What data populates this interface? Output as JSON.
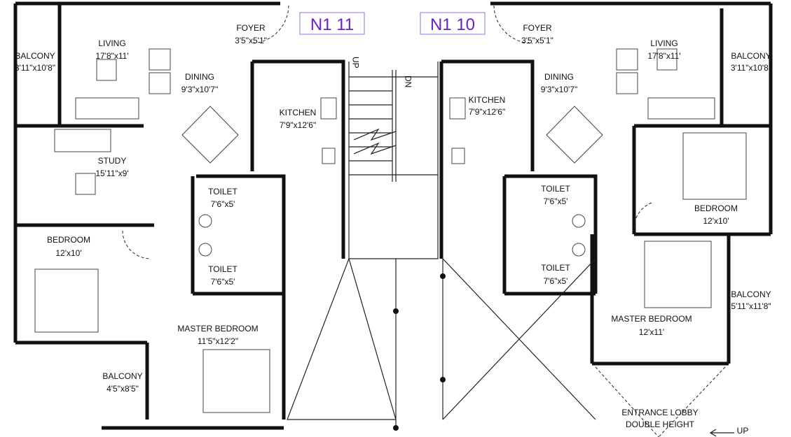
{
  "units": {
    "left": "N1 11",
    "right": "N1 10"
  },
  "left": {
    "foyer": {
      "name": "FOYER",
      "size": "3'5\"x5'1\""
    },
    "living": {
      "name": "LIVING",
      "size": "17'8\"x11'"
    },
    "balcony": {
      "name": "BALCONY",
      "size": "3'11\"x10'8\""
    },
    "dining": {
      "name": "DINING",
      "size": "9'3\"x10'7\""
    },
    "kitchen": {
      "name": "KITCHEN",
      "size": "7'9\"x12'6\""
    },
    "study": {
      "name": "STUDY",
      "size": "15'11\"x9'"
    },
    "toilet1": {
      "name": "TOILET",
      "size": "7'6\"x5'"
    },
    "bedroom": {
      "name": "BEDROOM",
      "size": "12'x10'"
    },
    "toilet2": {
      "name": "TOILET",
      "size": "7'6\"x5'"
    },
    "master": {
      "name": "MASTER BEDROOM",
      "size": "11'5\"x12'2\""
    },
    "balcony2": {
      "name": "BALCONY",
      "size": "4'5\"x8'5\""
    }
  },
  "right": {
    "foyer": {
      "name": "FOYER",
      "size": "3'5\"x5'1\""
    },
    "living": {
      "name": "LIVING",
      "size": "17'8\"x11'"
    },
    "balcony": {
      "name": "BALCONY",
      "size": "3'11\"x10'8\""
    },
    "dining": {
      "name": "DINING",
      "size": "9'3\"x10'7\""
    },
    "kitchen": {
      "name": "KITCHEN",
      "size": "7'9\"x12'6\""
    },
    "toilet1": {
      "name": "TOILET",
      "size": "7'6\"x5'"
    },
    "bedroom": {
      "name": "BEDROOM",
      "size": "12'x10'"
    },
    "toilet2": {
      "name": "TOILET",
      "size": "7'6\"x5'"
    },
    "balcony2": {
      "name": "BALCONY",
      "size": "5'11\"x11'8\""
    },
    "master": {
      "name": "MASTER BEDROOM",
      "size": "12'x11'"
    }
  },
  "common": {
    "lobby1": "ENTRANCE LOBBY",
    "lobby2": "DOUBLE HEIGHT",
    "up_lobby": "UP",
    "stair_up": "UP",
    "stair_dn": "DN"
  }
}
